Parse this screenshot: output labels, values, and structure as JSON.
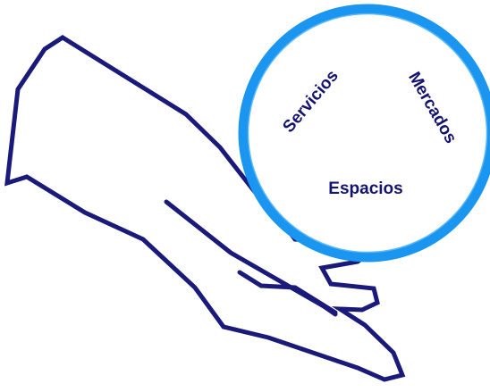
{
  "labels": {
    "servicios": "Servicios",
    "mercados": "Mercados",
    "espacios": "Espacios"
  },
  "icons": {
    "hand": "open-hand-icon",
    "circle": "circle-ring"
  },
  "colors": {
    "hand_stroke": "#1a1a7a",
    "ring": "#1a96f0",
    "ring_inner": "#5ab8f7",
    "label": "#141470",
    "background": "#ffffff"
  }
}
